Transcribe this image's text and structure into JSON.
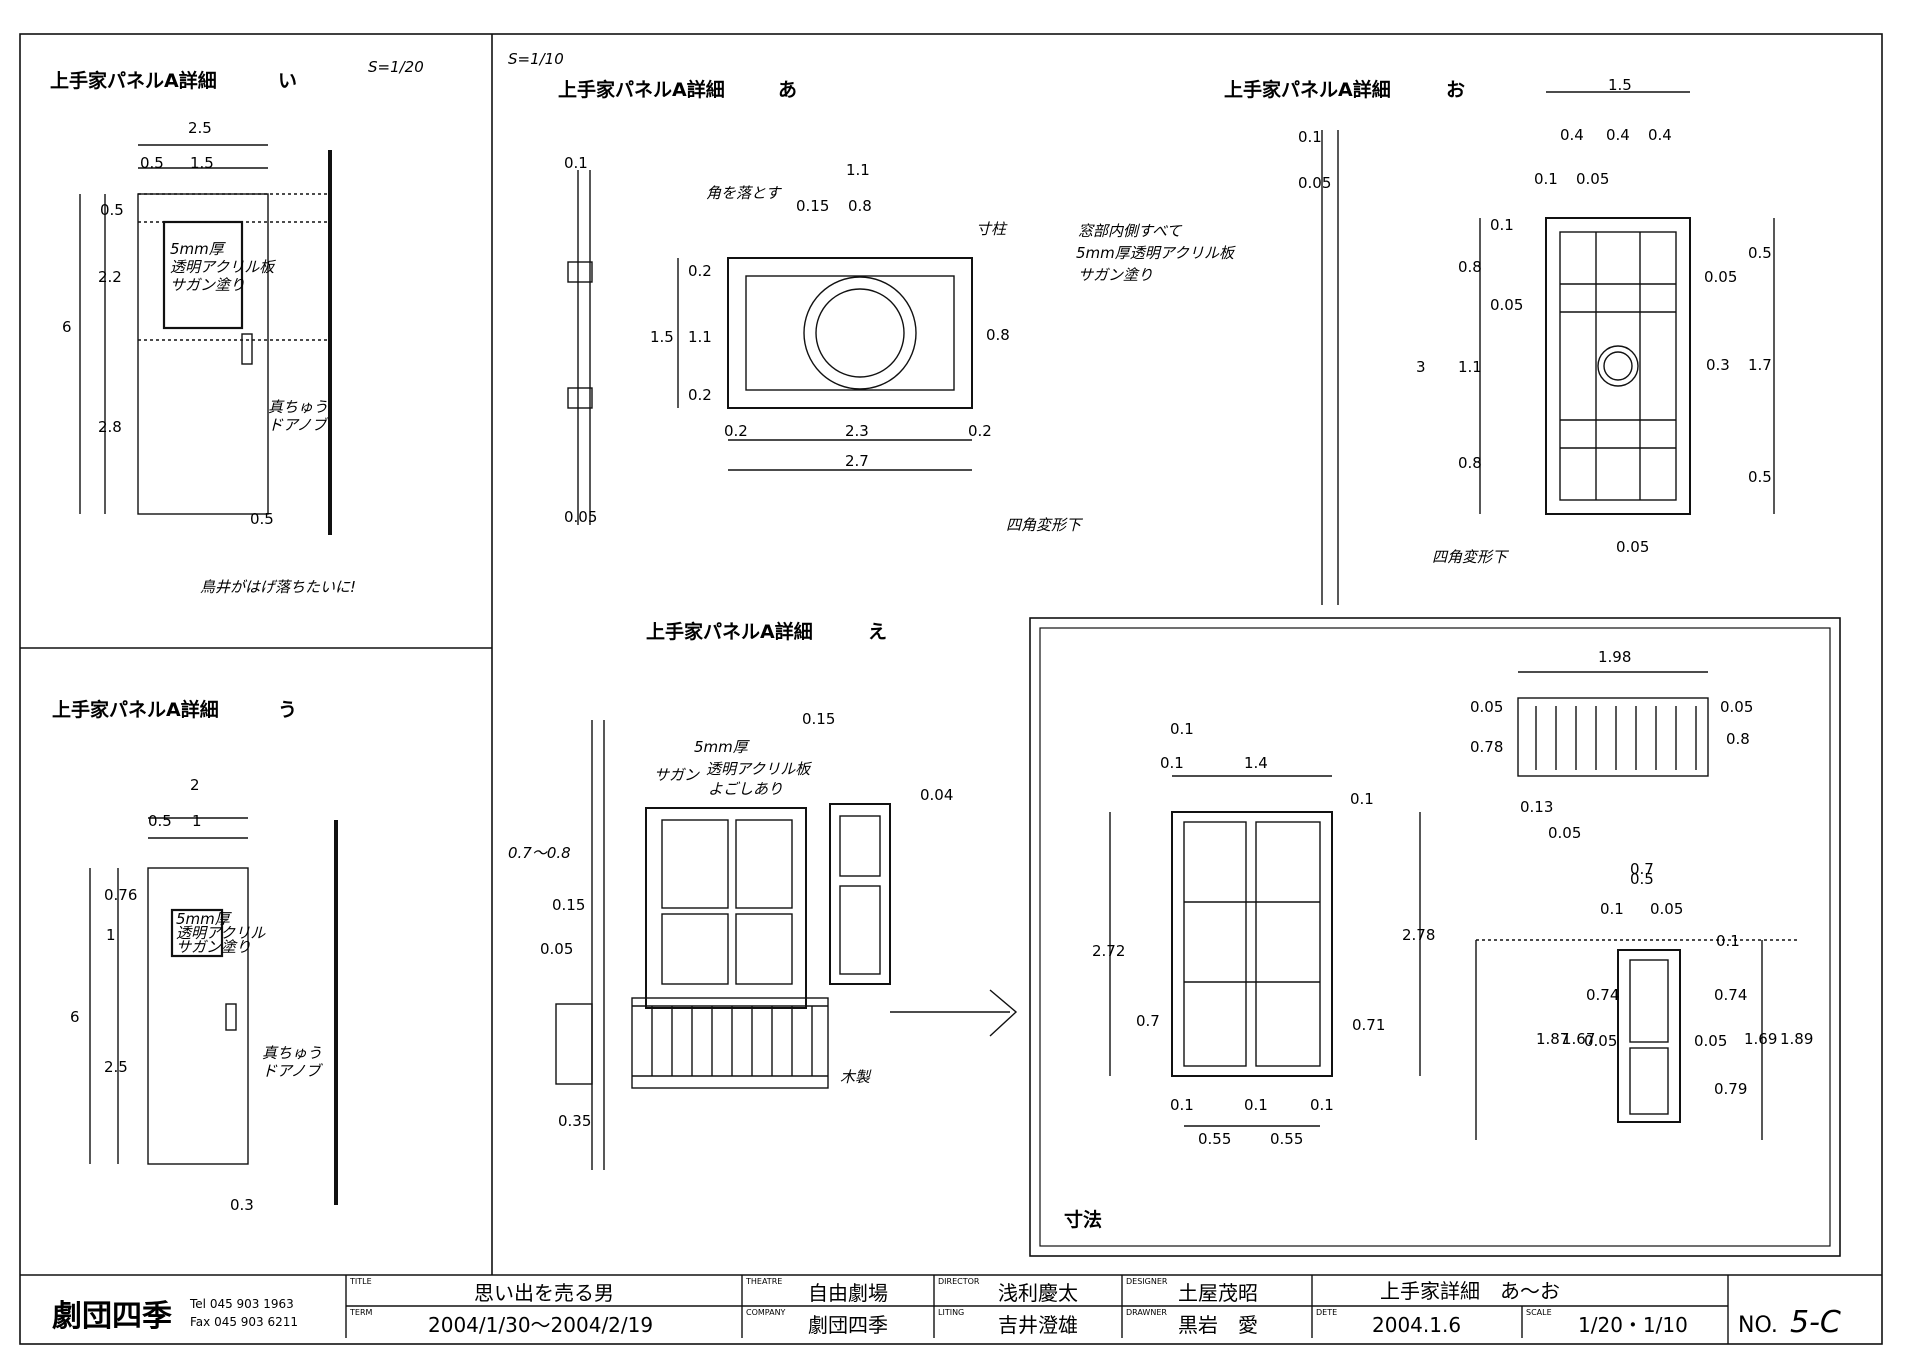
{
  "scale_notes": {
    "left": "S=1/20",
    "center": "S=1/10"
  },
  "panels": {
    "i": {
      "title": "上手家パネルA詳細",
      "letter": "い",
      "dims": {
        "d2_5": "2.5",
        "d0_5a": "0.5",
        "d1_5": "1.5",
        "d0_5b": "0.5",
        "d2_2": "2.2",
        "d6": "6",
        "d2_8": "2.8",
        "d0_5c": "0.5"
      },
      "notes": [
        "5mm厚",
        "透明アクリル板",
        "サガン塗り",
        "真ちゅう",
        "ドアノブ",
        "鳥井がはげ落ちたいに!"
      ]
    },
    "a": {
      "title": "上手家パネルA詳細",
      "letter": "あ",
      "dims": {
        "d0_1": "0.1",
        "d1_1": "1.1",
        "d0_15": "0.15",
        "d0_8a": "0.8",
        "d0_2a": "0.2",
        "d1_5": "1.5",
        "d1_1b": "1.1",
        "d0_2b": "0.2",
        "d0_8b": "0.8",
        "d0_2c": "0.2",
        "d2_3": "2.3",
        "d0_2d": "0.2",
        "d2_7": "2.7",
        "d0_05": "0.05"
      },
      "notes": [
        "角を落とす",
        "寸柱",
        "四角変形下"
      ]
    },
    "o": {
      "title": "上手家パネルA詳細",
      "letter": "お",
      "dims": {
        "d1_5": "1.5",
        "d0_4a": "0.4",
        "d0_4b": "0.4",
        "d0_4c": "0.4",
        "d0_1a": "0.1",
        "d0_05a": "0.05",
        "d0_1b": "0.1",
        "d0_05b": "0.05",
        "d0_1c": "0.1",
        "d0_8a": "0.8",
        "d0_05c": "0.05",
        "d3": "3",
        "d1_1": "1.1",
        "d0_8b": "0.8",
        "d0_5a": "0.5",
        "d0_05d": "0.05",
        "d0_3": "0.3",
        "d1_7": "1.7",
        "d0_5b": "0.5",
        "d0_05e": "0.05"
      },
      "notes": [
        "窓部内側すべて",
        "5mm厚透明アクリル板",
        "サガン塗り",
        "四角変形下"
      ]
    },
    "u": {
      "title": "上手家パネルA詳細",
      "letter": "う",
      "dims": {
        "d2": "2",
        "d0_5": "0.5",
        "d1": "1",
        "d0_76": "0.76",
        "d1b": "1",
        "d6": "6",
        "d2_5": "2.5",
        "d0_3": "0.3"
      },
      "notes": [
        "5mm厚",
        "透明アクリル",
        "サガン塗り",
        "真ちゅう",
        "ドアノブ"
      ]
    },
    "e": {
      "title": "上手家パネルA詳細",
      "letter": "え",
      "dims": {
        "d0_15a": "0.15",
        "d0_04": "0.04",
        "d0_7": "0.7〜0.8",
        "d0_15b": "0.15",
        "d0_05": "0.05",
        "d0_35": "0.35"
      },
      "notes": [
        "サガン",
        "5mm厚",
        "透明アクリル板",
        "よごしあり",
        "木製"
      ]
    },
    "sunpo": {
      "label": "寸法",
      "dims": {
        "d0_1a": "0.1",
        "d0_1b": "0.1",
        "d1_4": "1.4",
        "d0_1c": "0.1",
        "d2_72": "2.72",
        "d2_78": "2.78",
        "d0_7": "0.7",
        "d0_71": "0.71",
        "d0_1d": "0.1",
        "d0_1e": "0.1",
        "d0_1f": "0.1",
        "d0_55a": "0.55",
        "d0_55b": "0.55",
        "d1_98": "1.98",
        "d0_05a": "0.05",
        "d0_05b": "0.05",
        "d0_78": "0.78",
        "d0_8": "0.8",
        "d0_13": "0.13",
        "d0_05c": "0.05",
        "d0_7b": "0.7",
        "d0_5": "0.5",
        "d0_1g": "0.1",
        "d0_05d": "0.05",
        "d0_1h": "0.1",
        "d1_87": "1.87",
        "d1_67": "1.67",
        "d0_74a": "0.74",
        "d0_05e": "0.05",
        "d0_05f": "0.05",
        "d0_74b": "0.74",
        "d1_69": "1.69",
        "d1_89": "1.89",
        "d0_79": "0.79"
      }
    }
  },
  "title_block": {
    "company_name": "劇団四季",
    "tel": "Tel 045 903 1963",
    "fax": "Fax 045 903 6211",
    "title_label": "TITLE",
    "title": "思い出を売る男",
    "term_label": "TERM",
    "term": "2004/1/30〜2004/2/19",
    "theatre_label": "THEATRE",
    "theatre": "自由劇場",
    "company_label": "COMPANY",
    "company": "劇団四季",
    "director_label": "DIRECTOR",
    "director": "浅利慶太",
    "lighting_label": "LITING",
    "lighting": "吉井澄雄",
    "designer_label": "DESIGNER",
    "designer": "土屋茂昭",
    "drawner_label": "DRAWNER",
    "drawner": "黒岩　愛",
    "sheet_title": "上手家詳細　あ〜お",
    "date_label": "DETE",
    "date": "2004.1.6",
    "scale_label": "SCALE",
    "scale": "1/20・1/10",
    "no_label": "NO.",
    "no": "5-C"
  }
}
